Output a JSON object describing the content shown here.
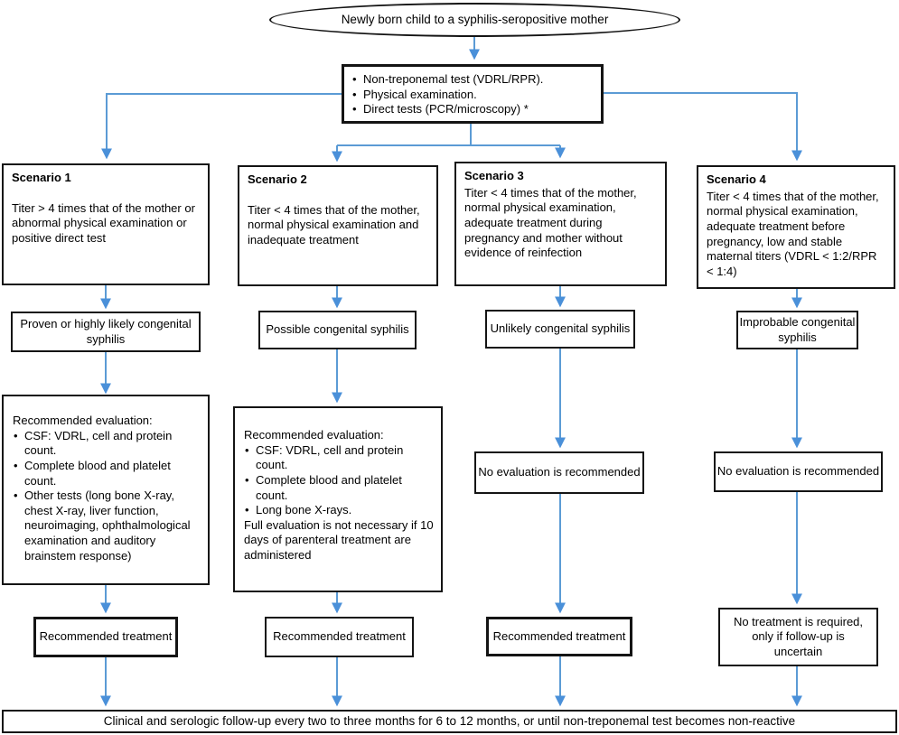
{
  "colors": {
    "arrow": "#5b9bd5",
    "arrowhead": "#4a90d9",
    "box_border": "#141414"
  },
  "start_node": {
    "label": "Newly born child to a syphilis-seropositive mother"
  },
  "initial_tests": {
    "bullets": [
      "Non-treponemal test (VDRL/RPR).",
      "Physical examination.",
      "Direct tests (PCR/microscopy) *"
    ]
  },
  "scenarios": [
    {
      "title": "Scenario 1",
      "description": "Titer > 4 times that of the mother or abnormal physical examination or positive direct test"
    },
    {
      "title": "Scenario 2",
      "description": "Titer < 4 times that of the mother, normal physical examination and inadequate treatment"
    },
    {
      "title": "Scenario 3",
      "description": "Titer < 4 times that of the mother, normal physical examination, adequate treatment during pregnancy and mother without evidence of reinfection"
    },
    {
      "title": "Scenario 4",
      "description": "Titer < 4 times that of the mother, normal physical examination, adequate treatment before pregnancy, low and stable maternal titers (VDRL < 1:2/RPR < 1:4)"
    }
  ],
  "classifications": [
    "Proven or highly likely congenital syphilis",
    "Possible congenital syphilis",
    "Unlikely congenital syphilis",
    "Improbable congenital syphilis"
  ],
  "evaluations": {
    "eval1": {
      "intro": "Recommended evaluation:",
      "bullets": [
        "CSF: VDRL, cell and protein count.",
        "Complete blood and platelet count.",
        "Other tests (long bone X-ray, chest X-ray, liver function, neuroimaging, ophthalmological examination and auditory brainstem response)"
      ]
    },
    "eval2": {
      "intro": "Recommended evaluation:",
      "bullets": [
        "CSF: VDRL, cell and protein count.",
        "Complete blood and platelet count.",
        "Long bone X-rays."
      ],
      "note": "Full evaluation is not necessary if 10 days of parenteral treatment are administered"
    },
    "eval3": "No evaluation is recommended",
    "eval4": "No evaluation is recommended"
  },
  "treatments": [
    "Recommended treatment",
    "Recommended treatment",
    "Recommended treatment",
    "No treatment is required, only if follow-up is uncertain"
  ],
  "followup": "Clinical and serologic follow-up every two to three months for 6 to 12 months, or until non-treponemal test becomes non-reactive"
}
